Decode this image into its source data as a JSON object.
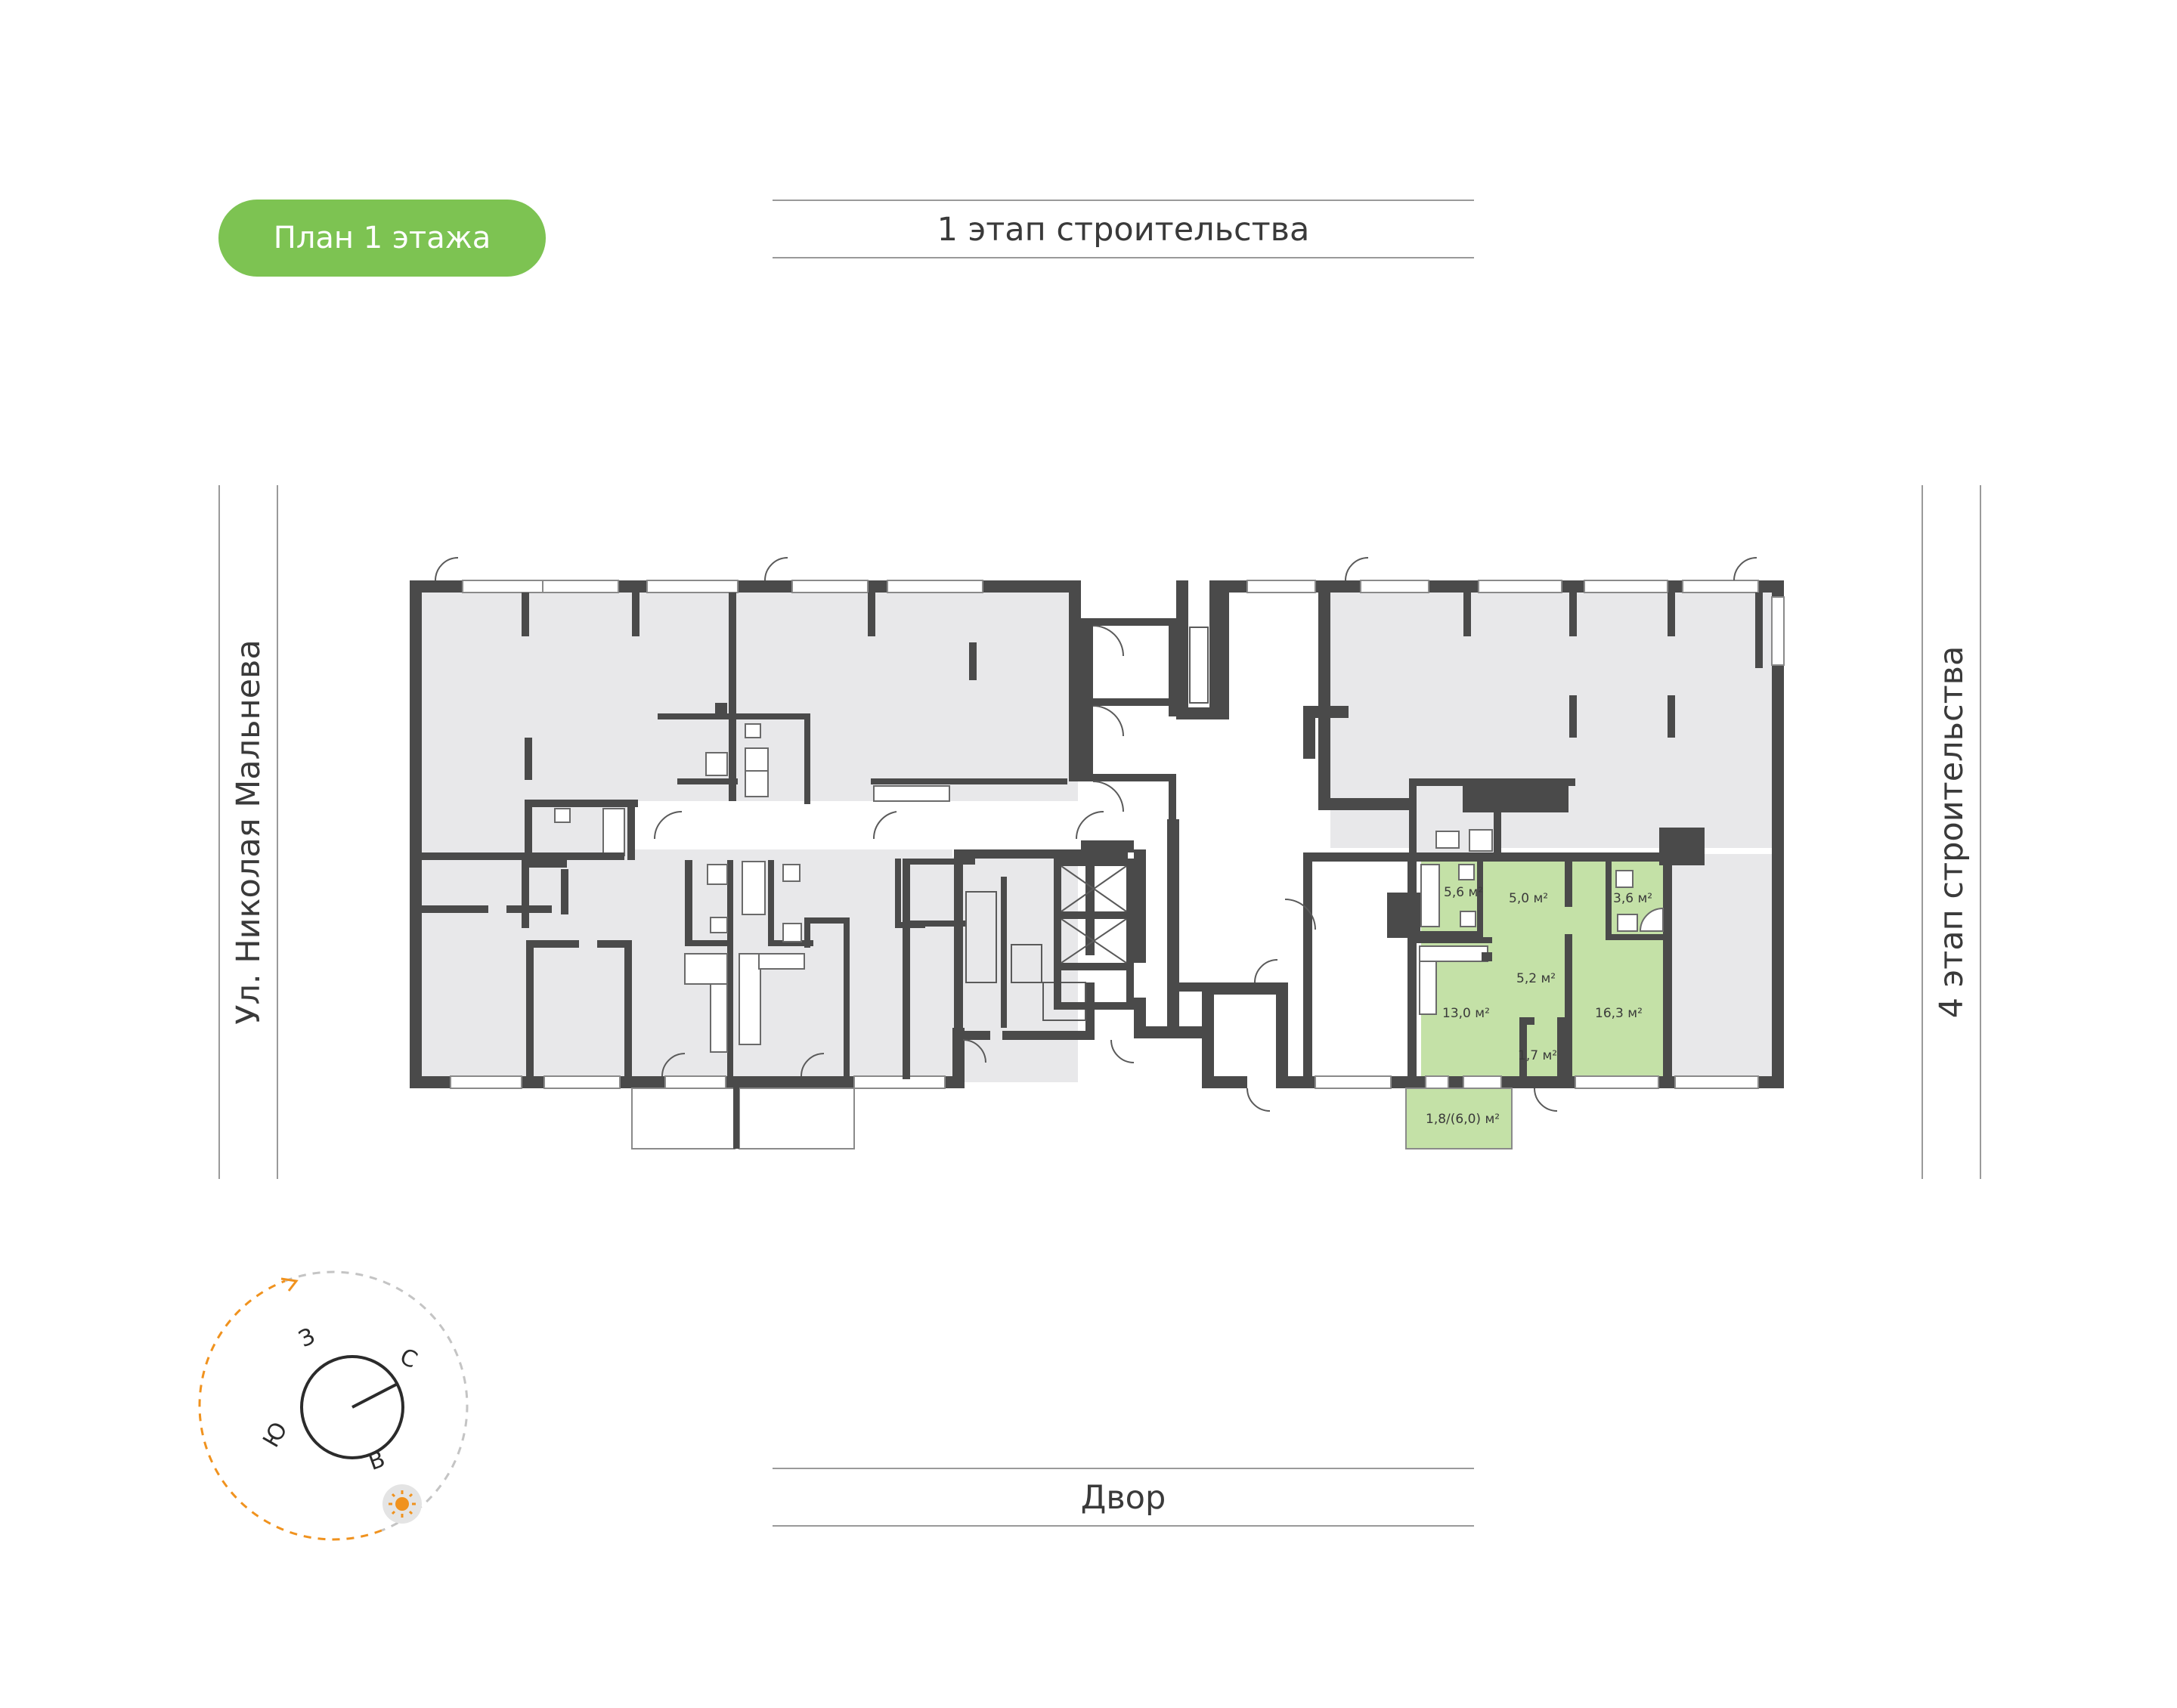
{
  "badge": {
    "label": "План 1 этажа",
    "color": "#7dc352"
  },
  "context": {
    "top": "1 этап строительства",
    "bottom": "Двор",
    "left": "Ул. Николая Мальнева",
    "right": "4 этап строительства"
  },
  "apartment": {
    "highlight_color": "#c4e1a7",
    "rooms": [
      {
        "area": "5,6 м²"
      },
      {
        "area": "5,0 м²"
      },
      {
        "area": "3,6 м²"
      },
      {
        "area": "5,2 м²"
      },
      {
        "area": "13,0 м²"
      },
      {
        "area": "16,3 м²"
      },
      {
        "area": "1,7 м²"
      },
      {
        "area": "1,8/(6,0) м²"
      }
    ]
  },
  "colors": {
    "wall": "#4a4a4a",
    "room_fill": "#e8e8ea",
    "sun": "#f0921e"
  },
  "compass": {
    "letters": [
      "З",
      "С",
      "Ю",
      "В"
    ],
    "sun_icon": "sun-icon"
  }
}
